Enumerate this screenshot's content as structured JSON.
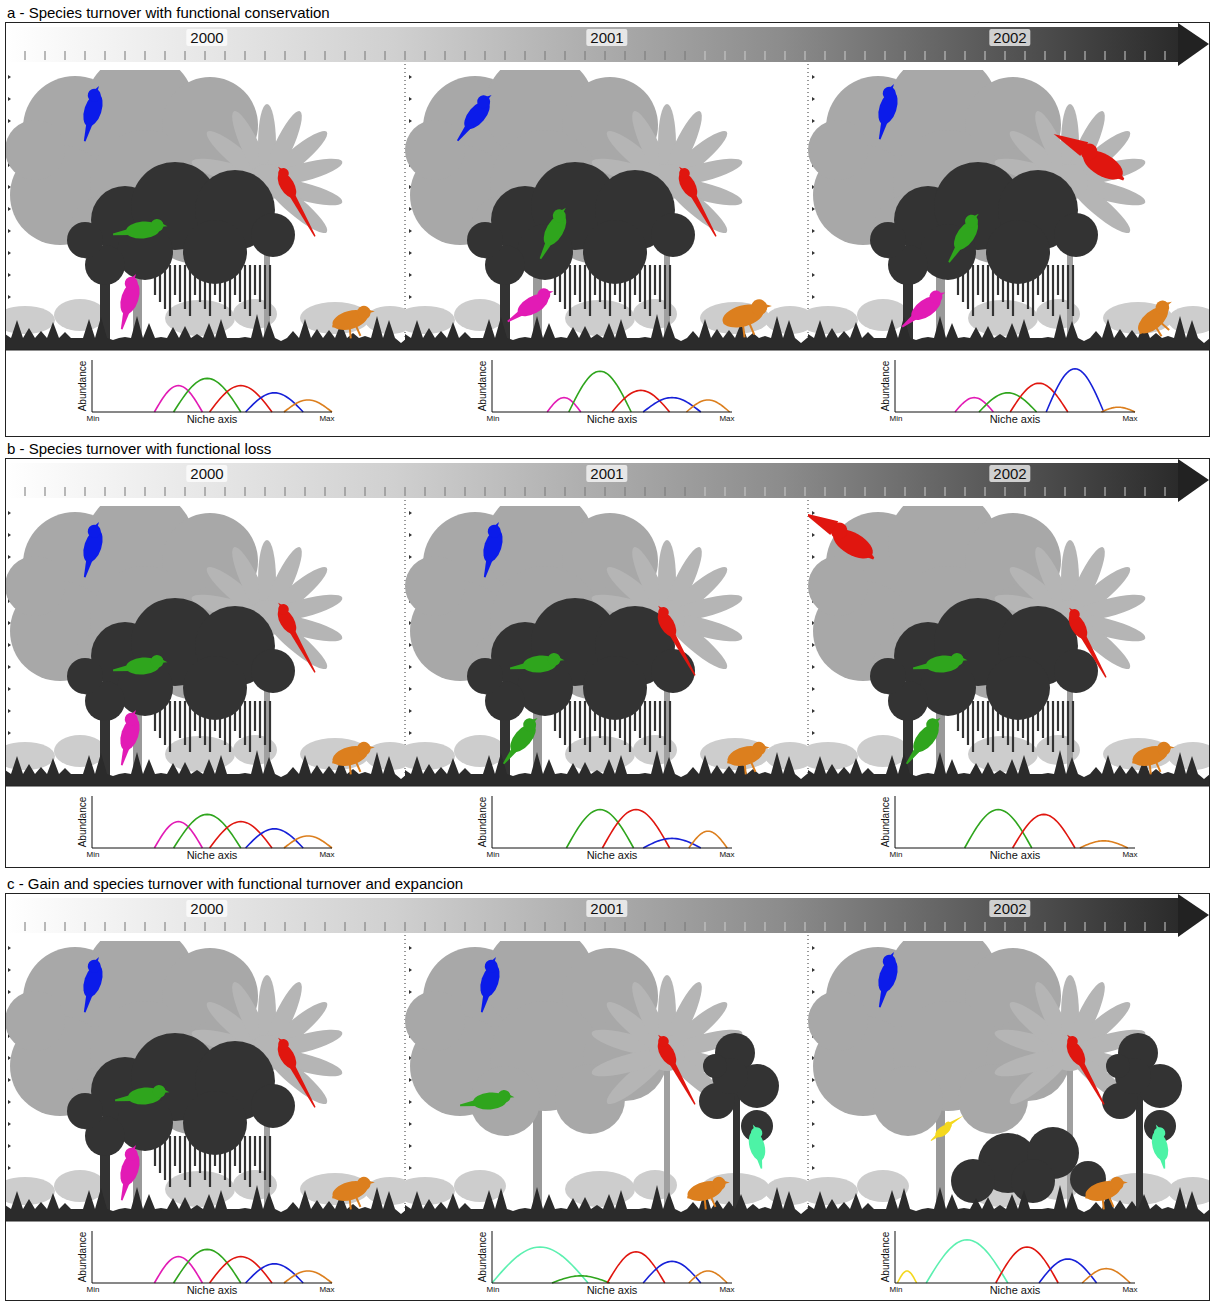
{
  "diagram": {
    "nodes": [
      {
        "text": [
          "a - Species turnover with functional conservation"
        ]
      },
      {
        "text": [
          "b - Species turnover with functional loss"
        ]
      },
      {
        "text": [
          "c - Gain and species turnover with functional turnover and expancion"
        ]
      }
    ],
    "labels": [
      "2000",
      "2001",
      "2002",
      "Abundance",
      "Min",
      "Niche axis",
      "Max",
      "Abundance",
      "Min",
      "Niche axis",
      "Max",
      "Abundance",
      "Min",
      "Niche axis",
      "Max",
      "2000",
      "2001",
      "2002",
      "Abundance",
      "Min",
      "Niche axis",
      "Max",
      "Abundance",
      "Min",
      "Niche axis",
      "Max",
      "Abundance",
      "Min",
      "Niche axis",
      "Max",
      "2000",
      "2001",
      "2002",
      "Abundance",
      "Min",
      "Niche axis",
      "Max",
      "Abundance",
      "Min",
      "Niche axis",
      "Max",
      "Abundance",
      "Min",
      "Niche axis",
      "Max"
    ]
  }
}
